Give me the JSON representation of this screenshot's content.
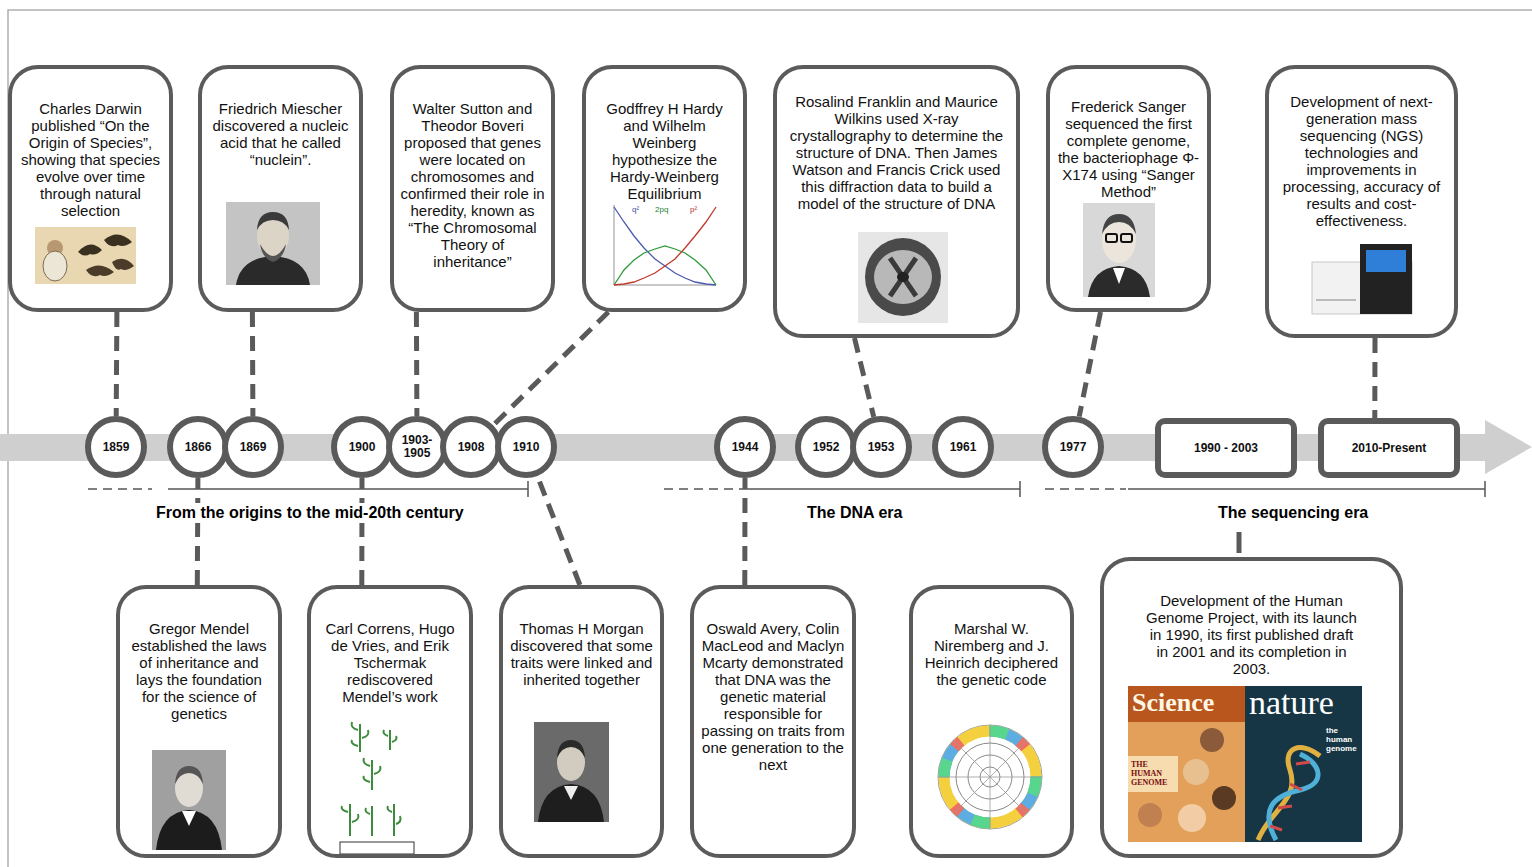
{
  "diagram": {
    "nodes": [
      {
        "text": [
          "Charles Darwin published “On the Origin of Species”, showing that species evolve over time through natural selection"
        ]
      },
      {
        "text": [
          "Friedrich Miescher discovered a nucleic acid that he called “nuclein”."
        ]
      },
      {
        "text": [
          "Walter Sutton and Theodor Boveri proposed that genes were located on chromosomes and confirmed their role in heredity, known as “The Chromosomal Theory of inheritance”"
        ]
      },
      {
        "text": [
          "Godffrey H Hardy and Wilhelm Weinberg hypothesize the Hardy-Weinberg Equilibrium"
        ]
      },
      {
        "text": [
          "Rosalind Franklin and Maurice Wilkins used X-ray crystallography to determine the structure of DNA. Then James Watson and Francis Crick used this diffraction data to build a model of the structure of DNA"
        ]
      },
      {
        "text": [
          "Frederick Sanger sequenced the first complete genome, the bacteriophage Φ-X174 using “Sanger Method”"
        ]
      },
      {
        "text": [
          "Development of next-generation mass sequencing (NGS) technologies and improvements in processing, accuracy of results and cost-effectiveness."
        ]
      },
      {
        "text": [
          "1859"
        ]
      },
      {
        "text": [
          "1866"
        ]
      },
      {
        "text": [
          "1869"
        ]
      },
      {
        "text": [
          "1900"
        ]
      },
      {
        "text": [
          "1903- 1905"
        ]
      },
      {
        "text": [
          "1908"
        ]
      },
      {
        "text": [
          "1910"
        ]
      },
      {
        "text": [
          "1944"
        ]
      },
      {
        "text": [
          "1952"
        ]
      },
      {
        "text": [
          "1953"
        ]
      },
      {
        "text": [
          "1961"
        ]
      },
      {
        "text": [
          "1977"
        ]
      },
      {
        "text": [
          "1990 - 2003"
        ]
      },
      {
        "text": [
          "2010-Present"
        ]
      },
      {
        "text": [
          "Gregor Mendel established the laws of inheritance and lays the foundation for the science of genetics"
        ]
      },
      {
        "text": [
          "Carl Correns, Hugo de Vries, and Erik Tschermak rediscovered Mendel’s work"
        ]
      },
      {
        "text": [
          "Thomas H Morgan discovered that some traits were linked and inherited together"
        ]
      },
      {
        "text": [
          "Oswald Avery, Colin MacLeod and Maclyn Mcarty demonstrated that DNA was the genetic material responsible for passing on traits from one generation to the next"
        ]
      },
      {
        "text": [
          "Marshal W. Niremberg and J. Heinrich deciphered the genetic code"
        ]
      },
      {
        "text": [
          "Development of the Human Genome Project, with its launch in 1990, its first published draft in 2001 and its completion in 2003."
        ]
      }
    ],
    "edges": [
      {
        "from": 0,
        "to": 7,
        "arrow": "none"
      },
      {
        "from": 1,
        "to": 9,
        "arrow": "none"
      },
      {
        "from": 2,
        "to": 11,
        "arrow": "none"
      },
      {
        "from": 3,
        "to": 12,
        "arrow": "none"
      },
      {
        "from": 4,
        "to": 16,
        "arrow": "none"
      },
      {
        "from": 5,
        "to": 18,
        "arrow": "none"
      },
      {
        "from": 6,
        "to": 20,
        "arrow": "none"
      },
      {
        "from": 21,
        "to": 8,
        "arrow": "none"
      },
      {
        "from": 22,
        "to": 10,
        "arrow": "none"
      },
      {
        "from": 23,
        "to": 13,
        "arrow": "none"
      },
      {
        "from": 24,
        "to": 14,
        "arrow": "none"
      }
    ],
    "labels": [
      "From the origins to the mid-20th century",
      "The DNA era",
      "The sequencing era",
      "q²",
      "2pq",
      "p²",
      "Science",
      "THE HUMAN GENOME",
      "nature",
      "the human genome"
    ]
  }
}
